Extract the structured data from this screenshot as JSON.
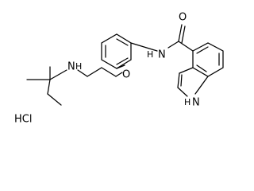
{
  "molecule": {
    "atoms": {
      "oxygen_carbonyl": "O",
      "amide_nitrogen": "N",
      "amide_hydrogen": "H",
      "ether_oxygen": "O",
      "amine_nitrogen": "N",
      "amine_hydrogen": "H",
      "indole_hydrogen": "H",
      "indole_nitrogen": "N"
    },
    "salt": "HCl"
  }
}
